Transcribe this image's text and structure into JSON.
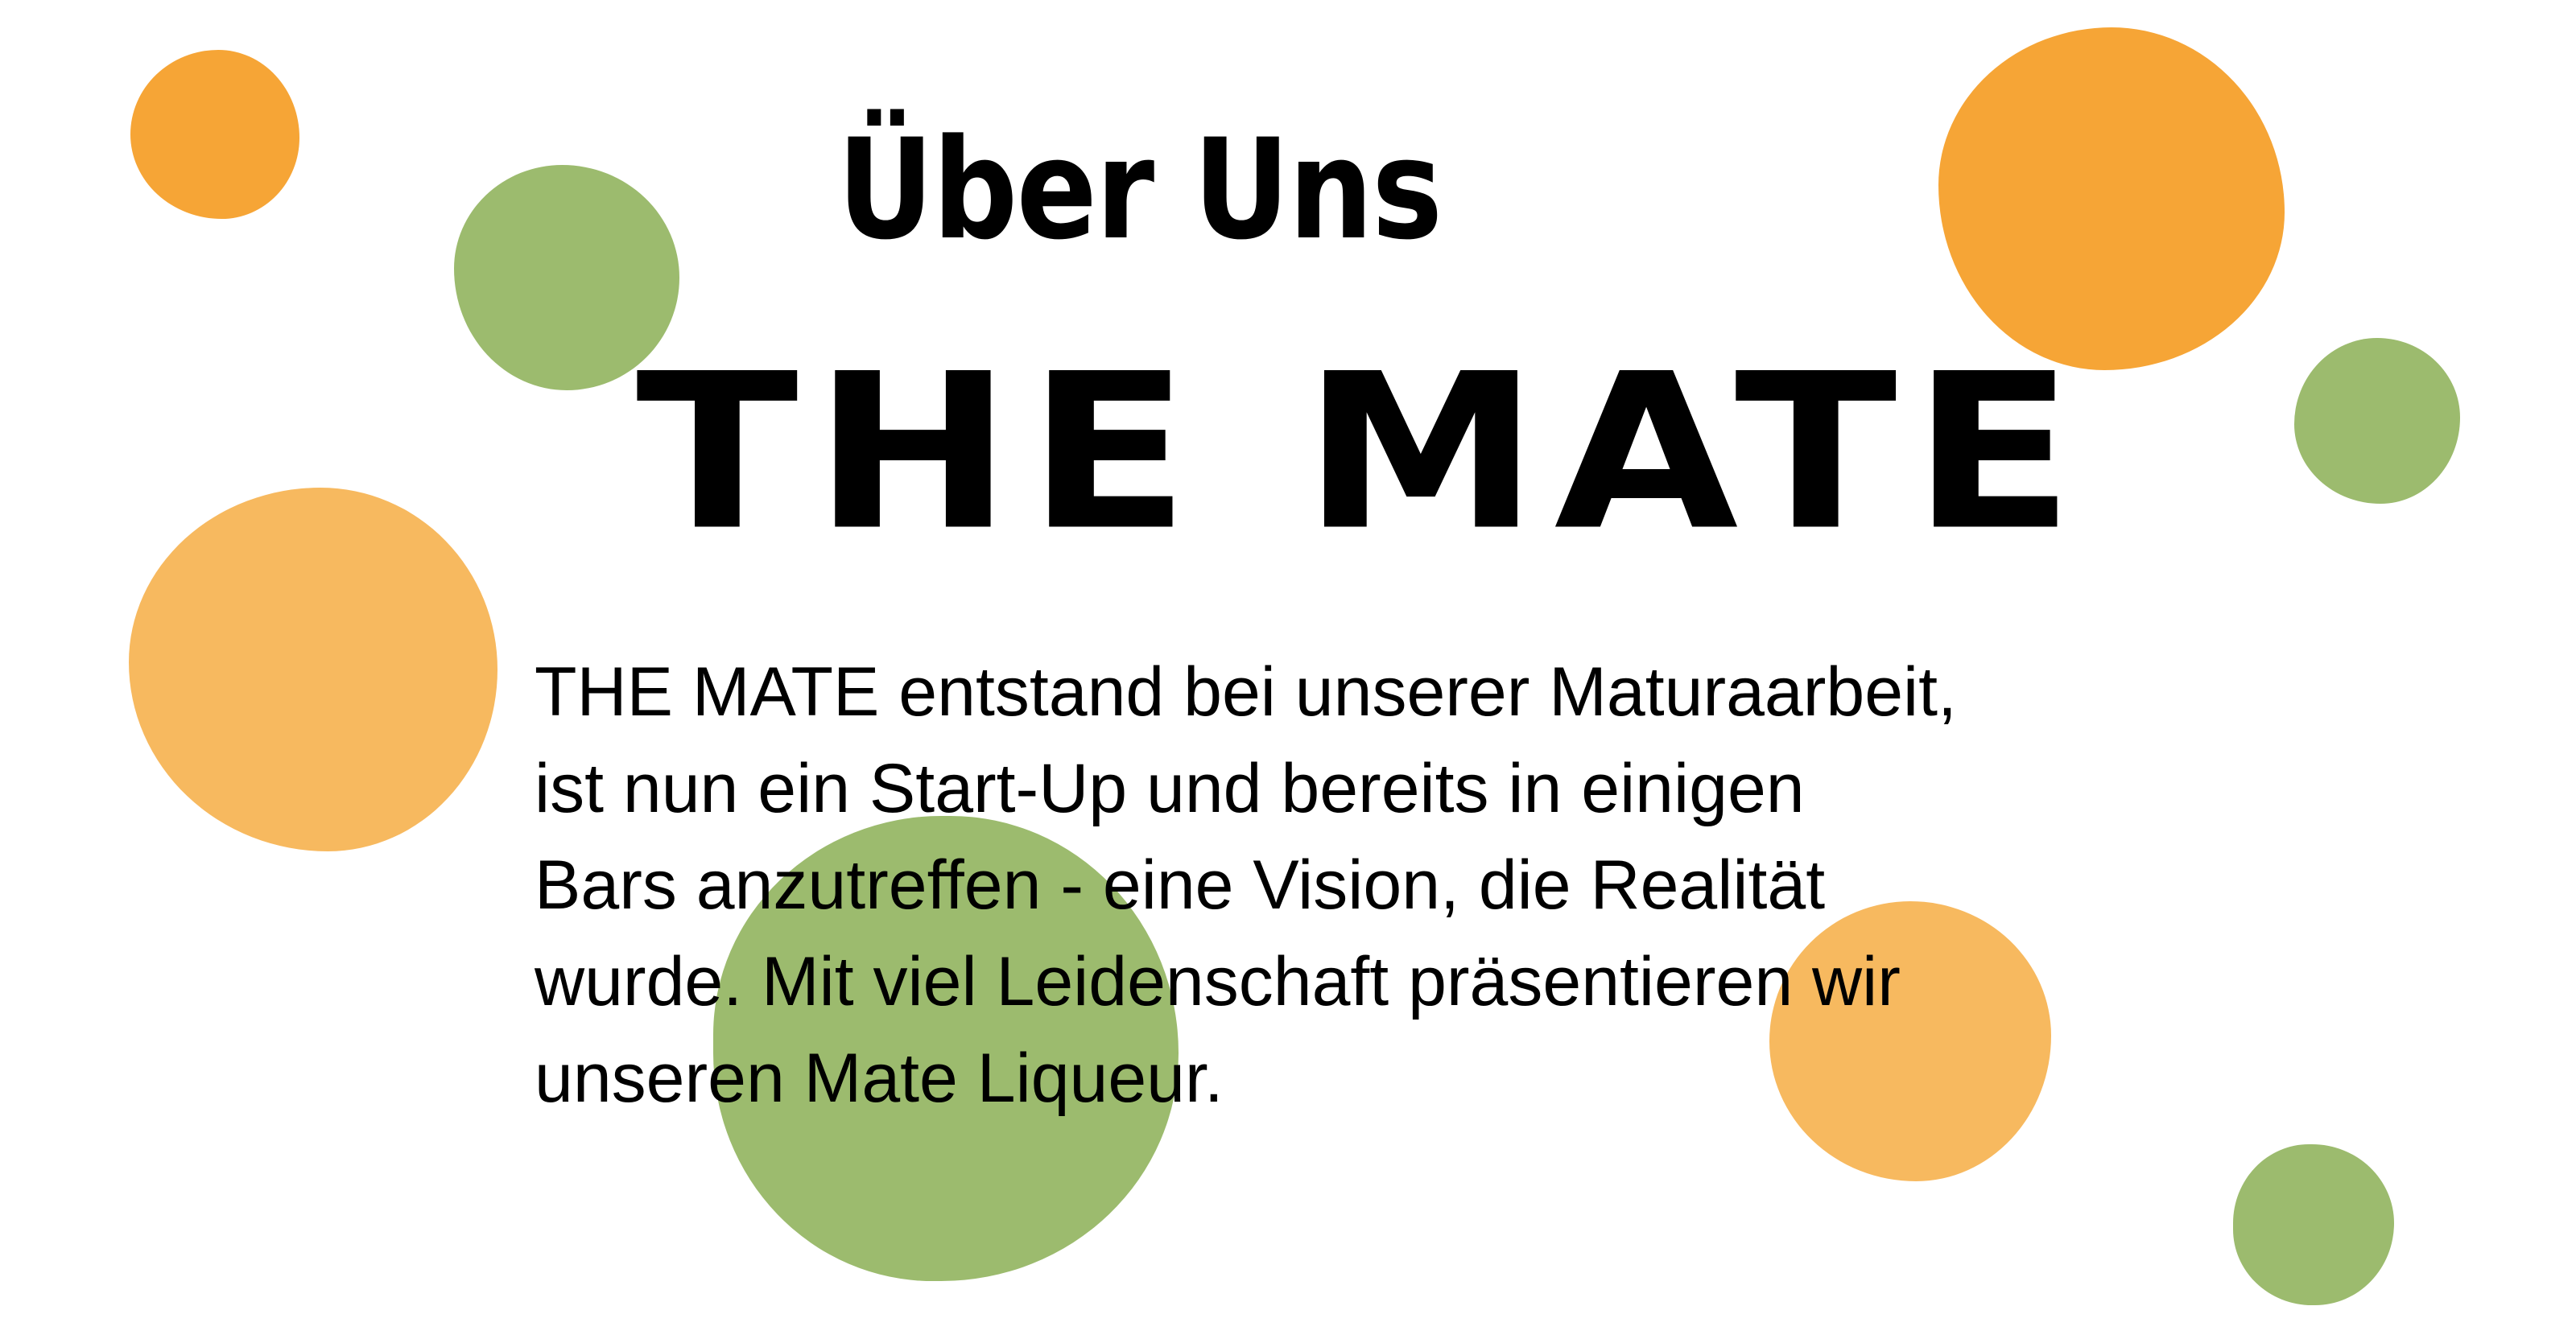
{
  "heading": {
    "subtitle": "Über Uns",
    "title": "THE MATE"
  },
  "body": {
    "text": "THE MATE entstand bei unserer Maturaarbeit,\nist nun ein Start-Up und bereits in einigen\nBars anzutreffen - eine Vision, die Realität\nwurde. Mit viel Leidenschaft präsentieren wir\nunseren Mate Liqueur."
  },
  "colors": {
    "orange": "#F6A536",
    "orange_light": "#F7B95F",
    "green": "#9CBB6E",
    "text": "#000000",
    "background": "#FFFFFF"
  },
  "decorations": [
    "orange-blob",
    "green-blob",
    "orange-blob",
    "green-blob",
    "orange-blob",
    "green-blob",
    "orange-blob",
    "green-blob"
  ]
}
